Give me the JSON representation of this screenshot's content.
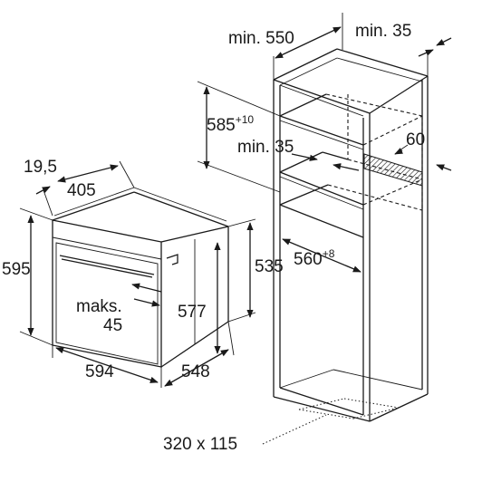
{
  "labels": {
    "cabinet_width_min": "min. 550",
    "cabinet_rear_gap_min": "min. 35",
    "niche_height_base": "585",
    "niche_height_sup": "+10",
    "vent_gap_min": "min. 35",
    "vent_depth": "60",
    "niche_width_base": "560",
    "niche_width_sup": "+8",
    "oven_front_offset": "19,5",
    "oven_door_depth": "405",
    "oven_height": "595",
    "oven_body_height": "535",
    "door_open_label": "maks.",
    "door_open_value": "45",
    "oven_inner_height": "577",
    "oven_width": "594",
    "oven_depth": "548",
    "vent_opening": "320 x 115"
  }
}
